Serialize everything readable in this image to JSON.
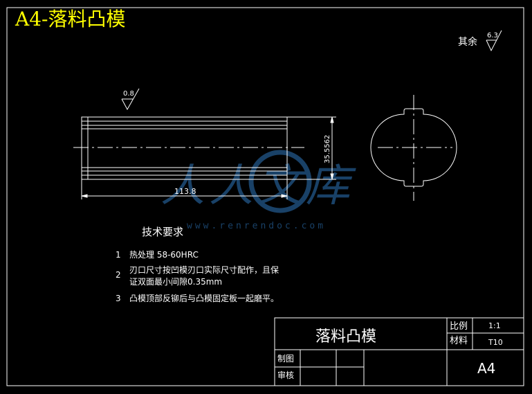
{
  "header": {
    "title": "A4-落料凸模"
  },
  "surface": {
    "rest_label": "其余",
    "rest_value": "6.3",
    "face_value": "0.8"
  },
  "dimensions": {
    "length": "113.8",
    "height": "35.5562"
  },
  "tech": {
    "heading": "技术要求",
    "items": [
      {
        "num": "1",
        "lines": [
          "热处理 58-60HRC"
        ]
      },
      {
        "num": "2",
        "lines": [
          "刃口尺寸按凹模刃口实际尺寸配作，且保",
          "证双面最小间隙0.35mm"
        ]
      },
      {
        "num": "3",
        "lines": [
          "凸模顶部反铆后与凸模固定板一起磨平。"
        ]
      }
    ]
  },
  "title_block": {
    "name": "落料凸模",
    "scale_label": "比例",
    "scale_value": "1:1",
    "material_label": "材料",
    "material_value": "T10",
    "drawn_label": "制图",
    "check_label": "审核",
    "sheet": "A4"
  },
  "watermark": {
    "text": "人人文库",
    "url": "www.renrendoc.com"
  },
  "colors": {
    "background": "#000000",
    "lines": "#ffffff",
    "title": "#ffff00",
    "watermark": "#1e4d7a"
  }
}
